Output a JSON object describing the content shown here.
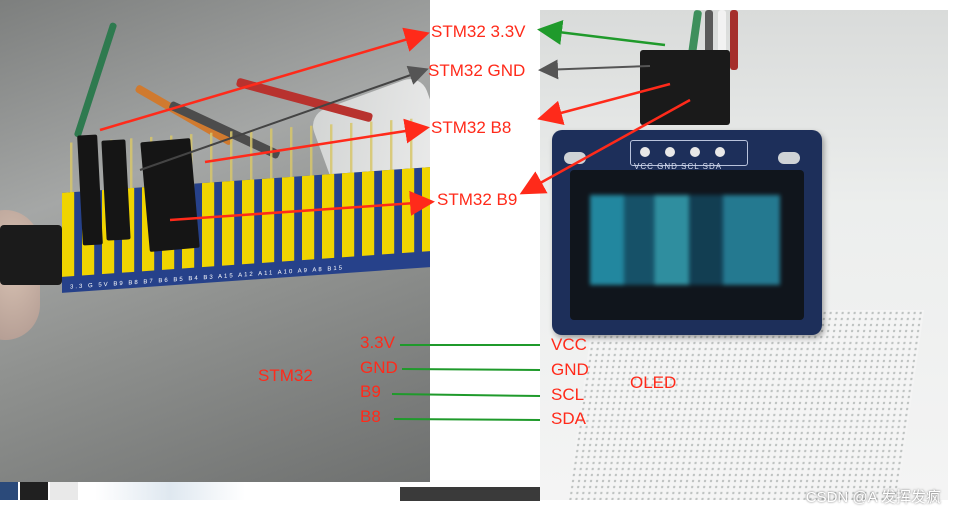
{
  "header_labels": {
    "stm32_33v": "STM32  3.3V",
    "stm32_gnd": "STM32 GND",
    "stm32_b8": "STM32 B8",
    "stm32_b9": "STM32 B9"
  },
  "board_pin_text": "3.3 G 5V B9 B8 B7 B6 B5 B4 B3 A15 A12 A11 A10 A9 A8 B15",
  "oled_pin_text": "VCC GND SCL SDA",
  "wiring_table": {
    "left_title": "STM32",
    "right_title": "OLED",
    "left_pins": [
      "3.3V",
      "GND",
      "B9",
      "B8"
    ],
    "right_pins": [
      "VCC",
      "GND",
      "SCL",
      "SDA"
    ]
  },
  "watermark": "CSDN @A  发挥发疯",
  "colors": {
    "label_red": "#ff2a1a",
    "wire_green": "#1f9a2b",
    "arrow_gray": "#555555",
    "board_blue": "#26418a",
    "pin_yellow": "#f0d400",
    "oled_pcb": "#1d2f5a"
  }
}
